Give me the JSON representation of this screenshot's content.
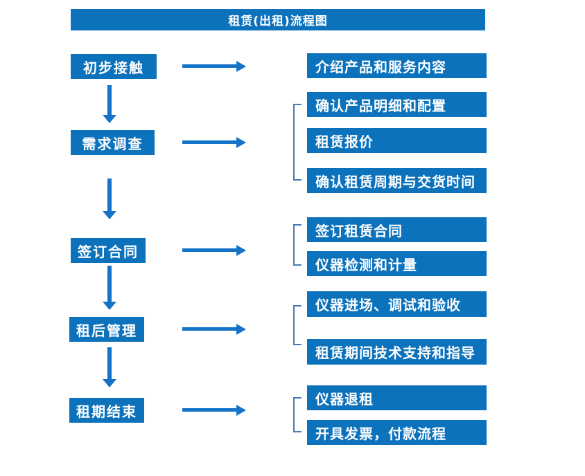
{
  "title": "租赁(出租)流程图",
  "colors": {
    "box": "#0d72bc",
    "arrow": "#1373c8",
    "bracket": "#4579b8",
    "text": "#ffffff"
  },
  "stages": [
    {
      "label": "初步接触",
      "outputs": [
        "介绍产品和服务内容"
      ]
    },
    {
      "label": "需求调查",
      "outputs": [
        "确认产品明细和配置",
        "租赁报价",
        "确认租赁周期与交货时间"
      ]
    },
    {
      "label": "签订合同",
      "outputs": [
        "签订租赁合同",
        "仪器检测和计量"
      ]
    },
    {
      "label": "租后管理",
      "outputs": [
        "仪器进场、调试和验收",
        "租赁期间技术支持和指导"
      ]
    },
    {
      "label": "租期结束",
      "outputs": [
        "仪器退租",
        "开具发票，付款流程"
      ]
    }
  ]
}
